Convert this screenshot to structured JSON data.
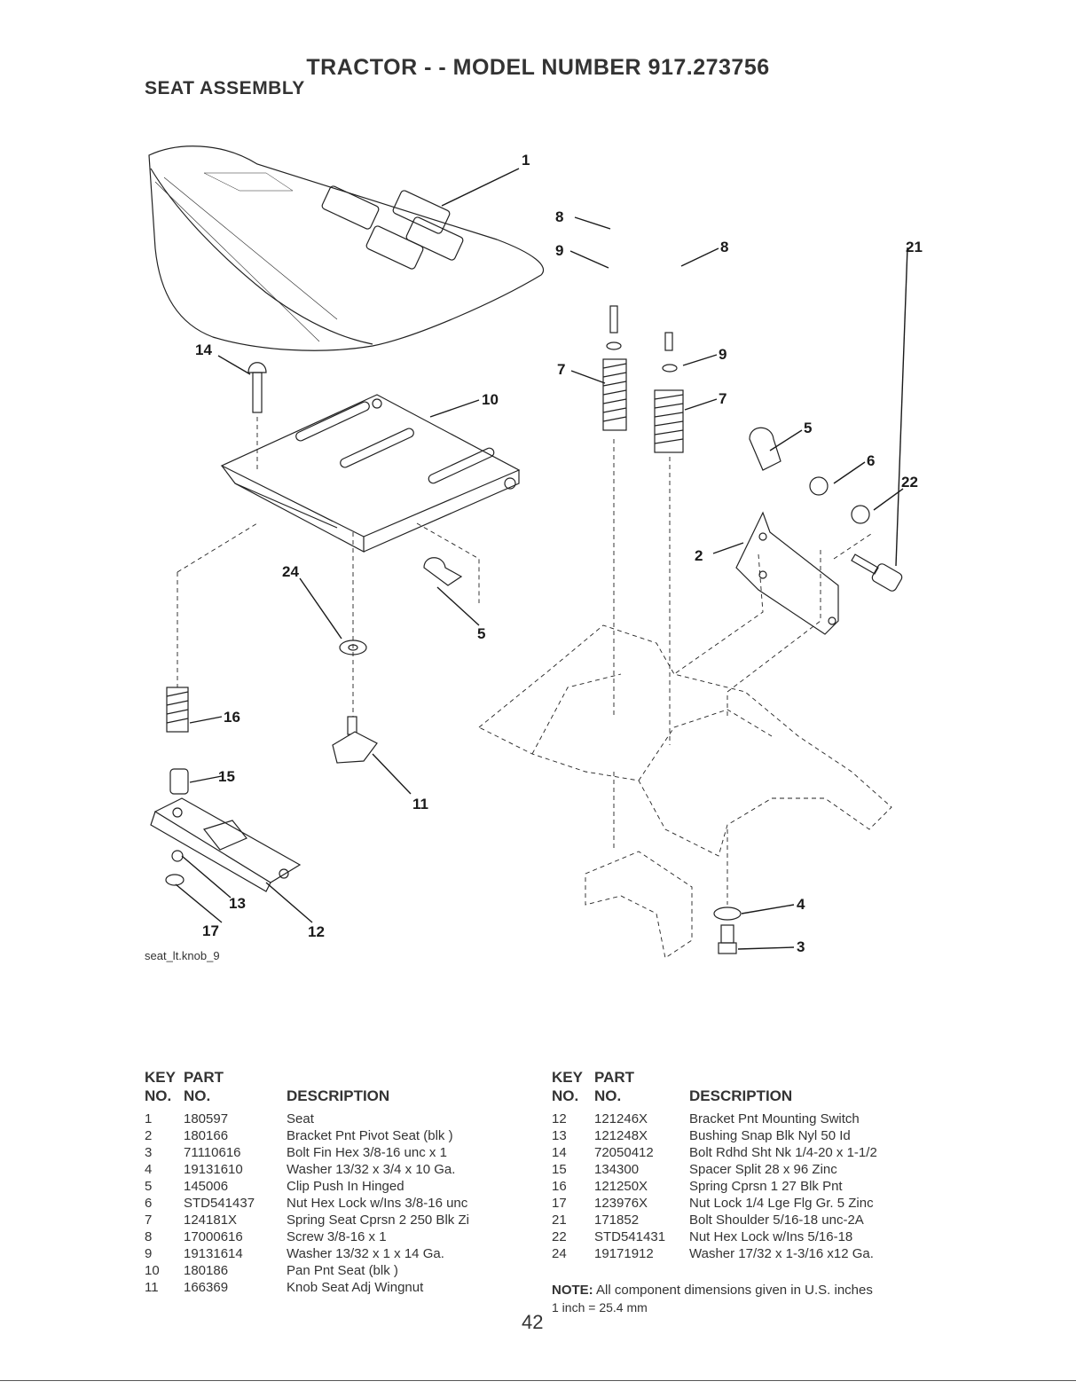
{
  "header": {
    "title": "TRACTOR - - MODEL NUMBER 917.273756",
    "subtitle": "SEAT ASSEMBLY"
  },
  "figure": {
    "id": "seat_lt.knob_9",
    "callouts": [
      "1",
      "8",
      "9",
      "8",
      "9",
      "7",
      "7",
      "14",
      "10",
      "5",
      "6",
      "22",
      "2",
      "21",
      "24",
      "5",
      "16",
      "15",
      "11",
      "4",
      "3",
      "13",
      "17",
      "12"
    ]
  },
  "table_headers": {
    "key": "KEY",
    "no": "NO.",
    "part": "PART",
    "part_no": "NO.",
    "description": "DESCRIPTION"
  },
  "parts_left": [
    {
      "key": "1",
      "part": "180597",
      "desc": "Seat"
    },
    {
      "key": "2",
      "part": "180166",
      "desc": "Bracket Pnt Pivot Seat (blk )"
    },
    {
      "key": "3",
      "part": "71110616",
      "desc": "Bolt Fin Hex 3/8-16 unc x 1"
    },
    {
      "key": "4",
      "part": "19131610",
      "desc": "Washer 13/32 x 3/4 x 10 Ga."
    },
    {
      "key": "5",
      "part": "145006",
      "desc": "Clip Push In Hinged"
    },
    {
      "key": "6",
      "part": "STD541437",
      "desc": "Nut Hex Lock w/Ins 3/8-16 unc"
    },
    {
      "key": "7",
      "part": "124181X",
      "desc": "Spring Seat Cprsn 2 250 Blk Zi"
    },
    {
      "key": "8",
      "part": "17000616",
      "desc": "Screw 3/8-16 x 1"
    },
    {
      "key": "9",
      "part": "19131614",
      "desc": "Washer 13/32 x 1 x 14 Ga."
    },
    {
      "key": "10",
      "part": "180186",
      "desc": "Pan Pnt Seat (blk )"
    },
    {
      "key": "11",
      "part": "166369",
      "desc": "Knob Seat Adj Wingnut"
    }
  ],
  "parts_right": [
    {
      "key": "12",
      "part": "121246X",
      "desc": "Bracket Pnt Mounting Switch"
    },
    {
      "key": "13",
      "part": "121248X",
      "desc": "Bushing Snap Blk Nyl 50 Id"
    },
    {
      "key": "14",
      "part": "72050412",
      "desc": "Bolt Rdhd Sht Nk 1/4-20 x 1-1/2"
    },
    {
      "key": "15",
      "part": "134300",
      "desc": "Spacer Split 28 x 96 Zinc"
    },
    {
      "key": "16",
      "part": "121250X",
      "desc": "Spring Cprsn 1 27 Blk Pnt"
    },
    {
      "key": "17",
      "part": "123976X",
      "desc": "Nut Lock 1/4 Lge Flg Gr. 5 Zinc"
    },
    {
      "key": "21",
      "part": "171852",
      "desc": "Bolt Shoulder 5/16-18 unc-2A"
    },
    {
      "key": "22",
      "part": "STD541431",
      "desc": "Nut Hex Lock w/Ins 5/16-18"
    },
    {
      "key": "24",
      "part": "19171912",
      "desc": "Washer 17/32 x 1-3/16 x12 Ga."
    }
  ],
  "note": {
    "label": "NOTE:",
    "text": " All component dimensions given in U.S. inches",
    "conversion": "1 inch = 25.4 mm"
  },
  "page_number": "42"
}
